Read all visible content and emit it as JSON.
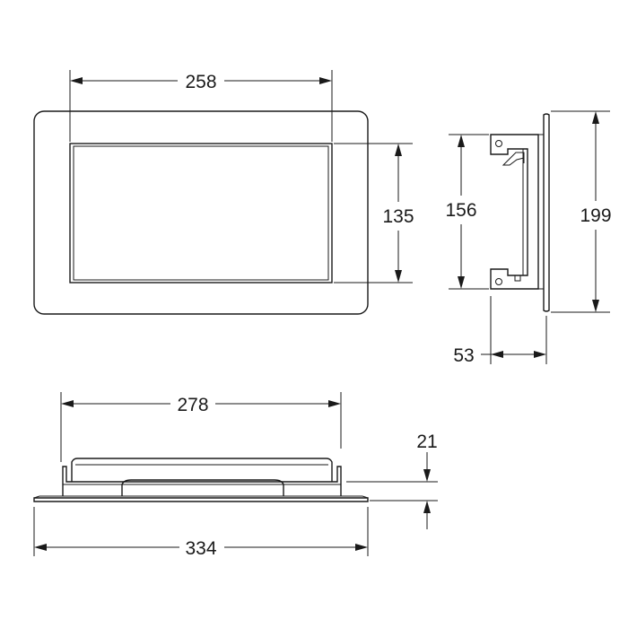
{
  "dimensions": {
    "front_width": "258",
    "front_height": "135",
    "side_depth_height": "156",
    "side_total_height": "199",
    "side_depth": "53",
    "bottom_inner_width": "278",
    "bottom_total_width": "334",
    "bottom_thickness": "21"
  },
  "colors": {
    "line": "#1a1a1a",
    "background": "#ffffff"
  }
}
